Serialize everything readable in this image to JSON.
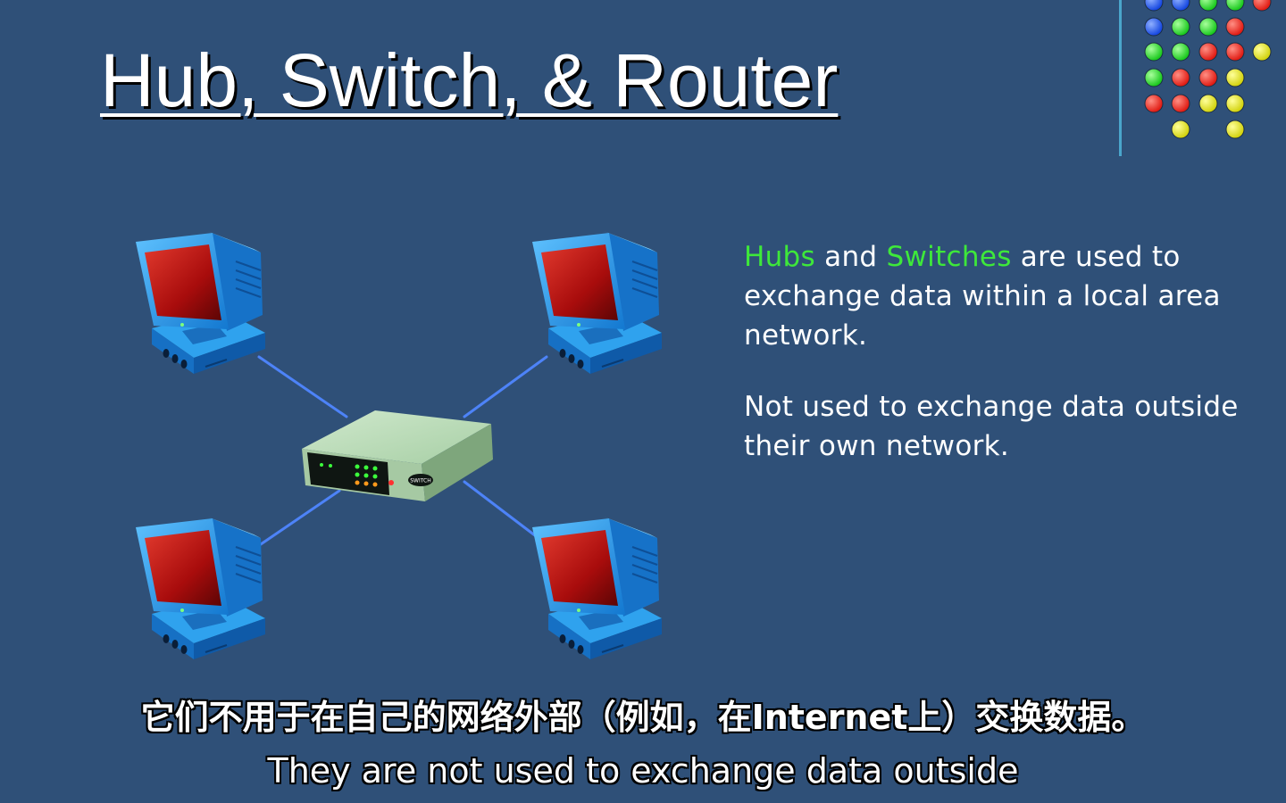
{
  "slide": {
    "title": "Hub, Switch, & Router",
    "paragraph1": {
      "term1": "Hubs",
      "connector": " and ",
      "term2": "Switches",
      "rest": " are used to exchange data within a local area network."
    },
    "paragraph2": "Not used to exchange data outside their own network.",
    "highlight_color": "#3ee83a",
    "background_color": "#2f5078"
  },
  "diagram": {
    "switch_label": "SWITCH",
    "device_icons": [
      "computer-icon",
      "computer-icon",
      "computer-icon",
      "computer-icon",
      "network-switch-icon"
    ]
  },
  "subtitles": {
    "chinese": "它们不用于在自己的网络外部（例如，在Internet上）交换数据。",
    "english": "They are not used to exchange data outside"
  }
}
